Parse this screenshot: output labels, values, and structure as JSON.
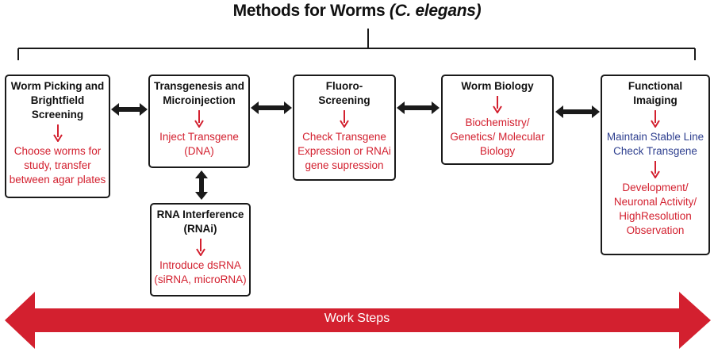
{
  "title": {
    "main": "Methods for Worms",
    "species": "(C. elegans)"
  },
  "boxes": {
    "picking": {
      "title": "Worm Picking and Brightfield Screening",
      "detail": "Choose worms for study, transfer between agar plates"
    },
    "transgenesis": {
      "title": "Transgenesis and Microinjection",
      "detail": "Inject Transgene (DNA)"
    },
    "rnai": {
      "title": "RNA Interference (RNAi)",
      "detail": "Introduce dsRNA (siRNA, microRNA)"
    },
    "fluoro": {
      "title": "Fluoro-Screening",
      "detail": "Check Transgene Expression or RNAi gene supression"
    },
    "biology": {
      "title": "Worm Biology",
      "detail": "Biochemistry/ Genetics/ Molecular Biology"
    },
    "imaging": {
      "title": "Functional Imaiging",
      "detail_blue": "Maintain Stable Line Check Transgene",
      "detail_red": "Development/ Neuronal Activity/ HighResolution Observation"
    }
  },
  "banner": {
    "label": "Work Steps"
  },
  "colors": {
    "accent_red": "#d3202f",
    "dark": "#1a1a1a",
    "blue": "#2e3f8f"
  }
}
